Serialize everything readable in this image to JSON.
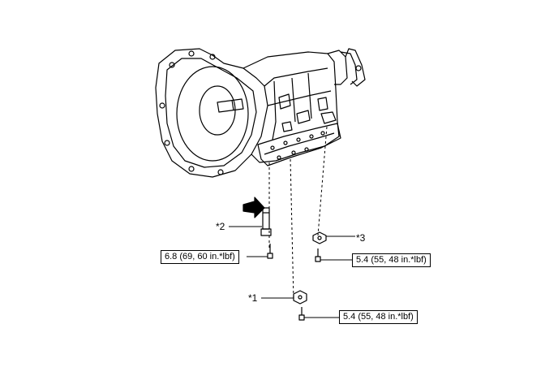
{
  "callouts": {
    "part1": "*1",
    "part2": "*2",
    "part3": "*3"
  },
  "torque_labels": {
    "part2_bolt": "6.8 (69, 60 in.*lbf)",
    "part3_bolt": "5.4 (55, 48 in.*lbf)",
    "part1_bolt": "5.4 (55, 48 in.*lbf)"
  }
}
